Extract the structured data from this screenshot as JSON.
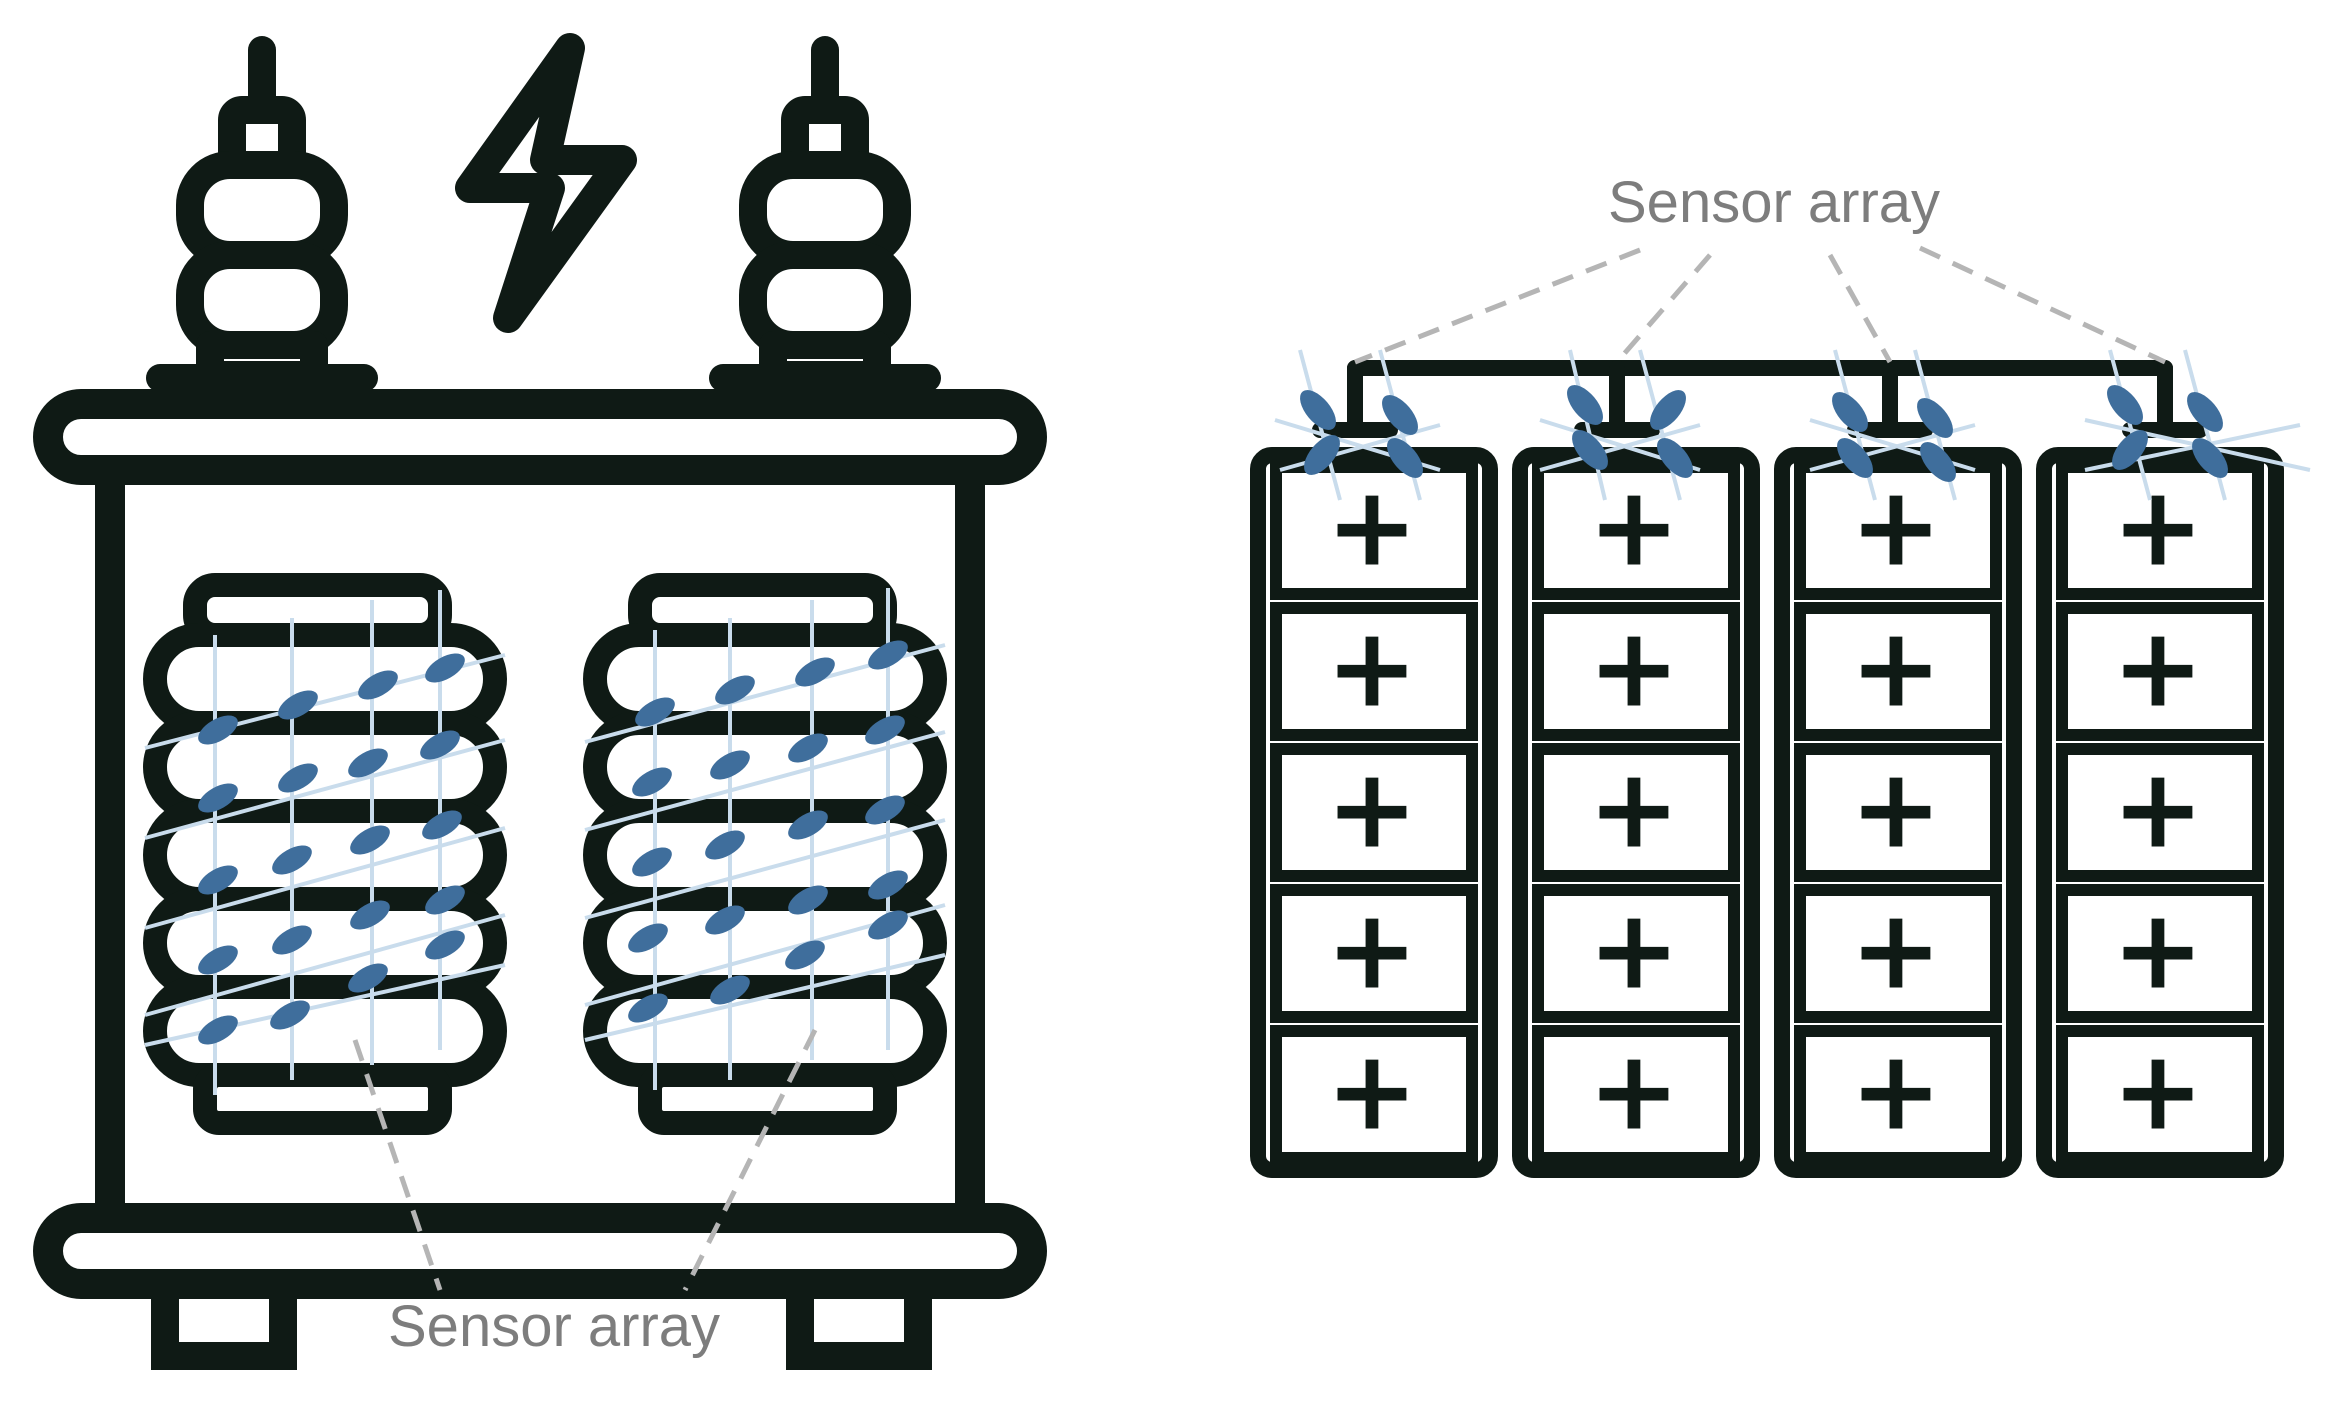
{
  "transformer": {
    "sensor_label": "Sensor array"
  },
  "battery_pack": {
    "sensor_label": "Sensor array",
    "cell_symbol": "+",
    "columns": 4,
    "rows": 5
  },
  "colors": {
    "outline": "#0f1a15",
    "sensor": "#3f6e9c",
    "fiber": "#c9dcec",
    "leader_line": "#b5b5b5",
    "label_text": "#7d7d7d"
  }
}
